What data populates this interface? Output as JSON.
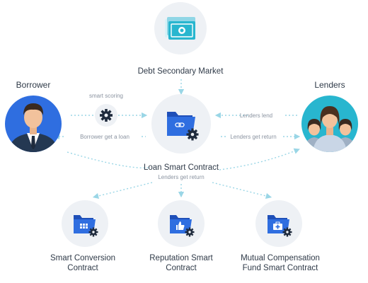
{
  "nodes": {
    "debt_market": {
      "label": "Debt Secondary Market"
    },
    "borrower": {
      "label": "Borrower"
    },
    "lenders": {
      "label": "Lenders"
    },
    "loan_contract": {
      "label": "Loan Smart Contract"
    },
    "smart_conversion": {
      "label_line1": "Smart Conversion",
      "label_line2": "Contract"
    },
    "reputation": {
      "label_line1": "Reputation Smart",
      "label_line2": "Contract"
    },
    "mutual_compensation": {
      "label_line1": "Mutual Compensation",
      "label_line2": "Fund Smart Contract"
    }
  },
  "edges": {
    "smart_scoring": "smart scoring",
    "borrower_get_loan": "Borrower get a loan",
    "lenders_lend": "Lenders lend",
    "lenders_get_return_top": "Lenders get return",
    "lenders_get_return_bottom": "Lenders get return"
  },
  "icons": {
    "debt_market": "banknote-icon",
    "smart_scoring": "gear-icon",
    "loan_contract": "folder-link-gear-icon",
    "borrower": "businessman-avatar",
    "lenders": "group-of-women-avatar",
    "smart_conversion": "folder-grid-gear-icon",
    "reputation": "folder-thumbsup-gear-icon",
    "mutual_compensation": "folder-medkit-gear-icon"
  },
  "colors": {
    "circle_bg": "#eef1f5",
    "accent_blue": "#2f6ee0",
    "accent_teal": "#28b6cf",
    "accent_dark": "#1f2b3d",
    "dotted_line": "#9ad6e6",
    "text": "#2f3a48",
    "muted_text": "#8a93a0"
  }
}
